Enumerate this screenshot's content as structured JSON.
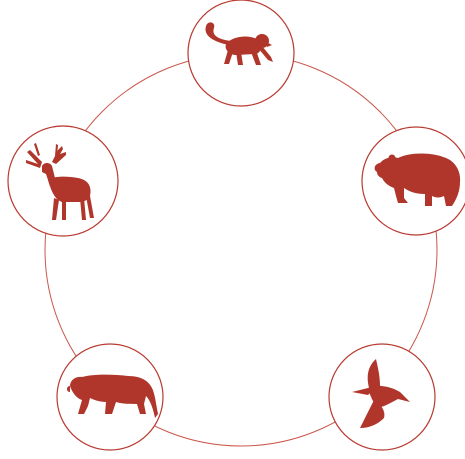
{
  "diagram": {
    "accent": "#b0352b",
    "ring_color": "#c0392b",
    "nodes": [
      {
        "id": "monkey",
        "icon": "monkey-icon"
      },
      {
        "id": "bear",
        "icon": "bear-icon"
      },
      {
        "id": "bird",
        "icon": "bird-icon"
      },
      {
        "id": "tiger",
        "icon": "tiger-icon"
      },
      {
        "id": "deer",
        "icon": "deer-icon"
      }
    ]
  }
}
